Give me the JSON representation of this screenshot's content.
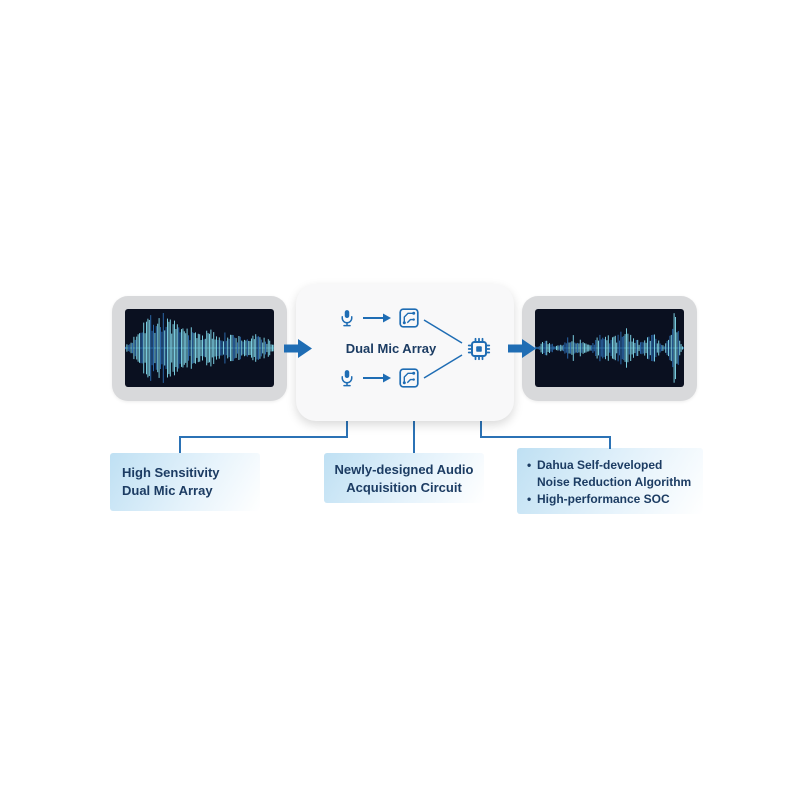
{
  "diagram": {
    "center_card": {
      "label": "Dual Mic Array"
    },
    "callouts": {
      "left": {
        "lines": [
          "High Sensitivity",
          "Dual Mic Array"
        ]
      },
      "center": {
        "lines": [
          "Newly-designed Audio",
          "Acquisition Circuit"
        ]
      },
      "right": {
        "bullet": "•",
        "items": [
          {
            "lines": [
              "Dahua Self-developed",
              "Noise Reduction Algorithm"
            ]
          },
          {
            "lines": [
              "High-performance SOC"
            ]
          }
        ]
      }
    },
    "colors": {
      "accent_blue": "#1f6db4",
      "connector_blue": "#2b72b5",
      "navy_text": "#1c3c63",
      "card_gray": "#d8d9db",
      "wave_background": "#0a1020",
      "wave_cyan": "#7fd6e8",
      "wave_blue": "#2e6fb5",
      "callout_gradient_start": "#bfe0f3"
    }
  }
}
